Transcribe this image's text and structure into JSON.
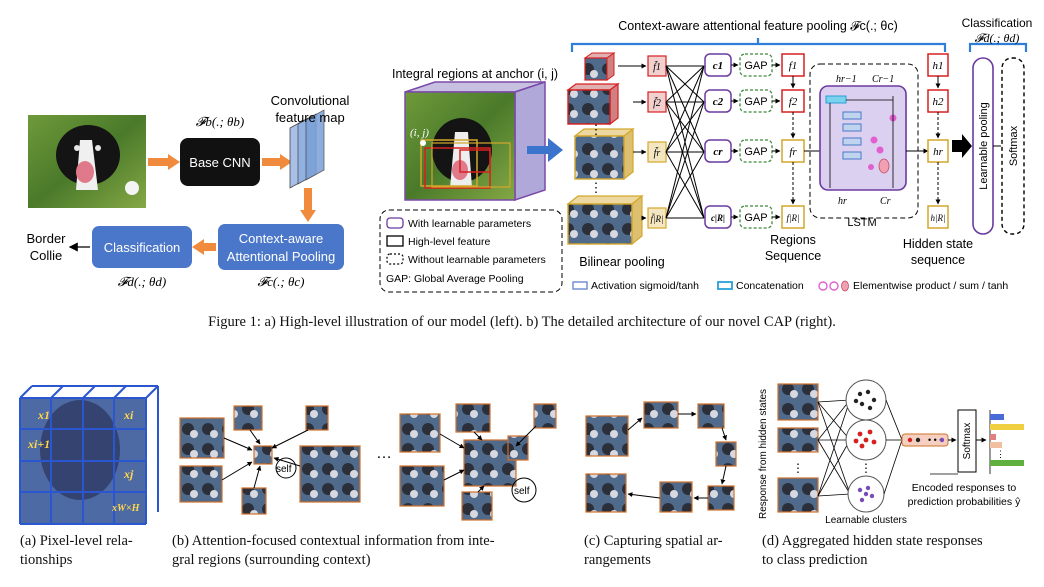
{
  "fig1": {
    "caption": "Figure 1: a) High-level illustration of our model (left). b) The detailed architecture of our novel CAP (right).",
    "base_cnn": "Base CNN",
    "fb": "𝓕b(.; θb)",
    "conv_map": [
      "Convolutional",
      "feature map"
    ],
    "classification_box": "Classification",
    "cap_box": [
      "Context-aware",
      "Attentional Pooling"
    ],
    "fc": "𝓕c(.; θc)",
    "fd": "𝓕d(.; θd)",
    "output_label": [
      "Border",
      "Collie"
    ],
    "integral_regions": "Integral regions at anchor (i, j)",
    "anchor": "(i, j)",
    "top_brace": "Context-aware attentional feature pooling 𝓕c(.; θc)",
    "classification_top": [
      "Classification",
      "𝓕d(.; θd)"
    ],
    "legend": [
      "With learnable parameters",
      "High-level feature",
      "Without learnable parameters",
      "GAP: Global Average Pooling"
    ],
    "bilinear_pooling": "Bilinear pooling",
    "regions_sequence": [
      "Regions",
      "Sequence"
    ],
    "hidden_state_sequence": [
      "Hidden state",
      "sequence"
    ],
    "lstm": "LSTM",
    "learnable_pooling": "Learnable pooling",
    "softmax": "Softmax",
    "gap": "GAP",
    "c_labels": [
      "c1",
      "c2",
      "cr",
      "c|R|"
    ],
    "f_labels": [
      "f1",
      "f2",
      "fr",
      "f|R|"
    ],
    "ftilde_labels": [
      "f̃1",
      "f̃2",
      "f̃r",
      "f̃|R|"
    ],
    "h_labels": [
      "h1",
      "h2",
      "hr",
      "h|R|"
    ],
    "lstm_top": [
      "hr−1",
      "Cr−1"
    ],
    "lstm_bottom": [
      "hr",
      "Cr"
    ],
    "bottom_legend": [
      "Activation sigmoid/tanh",
      "Concatenation",
      "Elementwise product / sum / tanh"
    ]
  },
  "fig2": {
    "grid_labels": [
      "x1",
      "xi",
      "xi+1",
      "xj",
      "xW×H"
    ],
    "self_label": "self",
    "ellipsis": "…",
    "response_label": "Response from hidden states",
    "learnable_clusters": "Learnable clusters",
    "softmax": "Softmax",
    "encoded": [
      "Encoded responses to",
      "prediction probabilities ŷ"
    ],
    "subcaptions": {
      "a": [
        "(a) Pixel-level rela-",
        "tionships"
      ],
      "b": [
        "(b) Attention-focused contextual information from inte-",
        "gral regions (surrounding context)"
      ],
      "c": [
        "(c) Capturing spatial ar-",
        "rangements"
      ],
      "d": [
        "(d) Aggregated hidden state responses",
        "to class prediction"
      ]
    }
  },
  "colors": {
    "orange_arrow": "#f08a3c",
    "blue_box": "#4a77c9",
    "red": "#d62020",
    "gold": "#d4a72c",
    "purple": "#6a3aa0",
    "green_dash": "#3a8a3a",
    "lstm_fill": "#dcd0f0",
    "brace_blue": "#2f7fd8"
  }
}
